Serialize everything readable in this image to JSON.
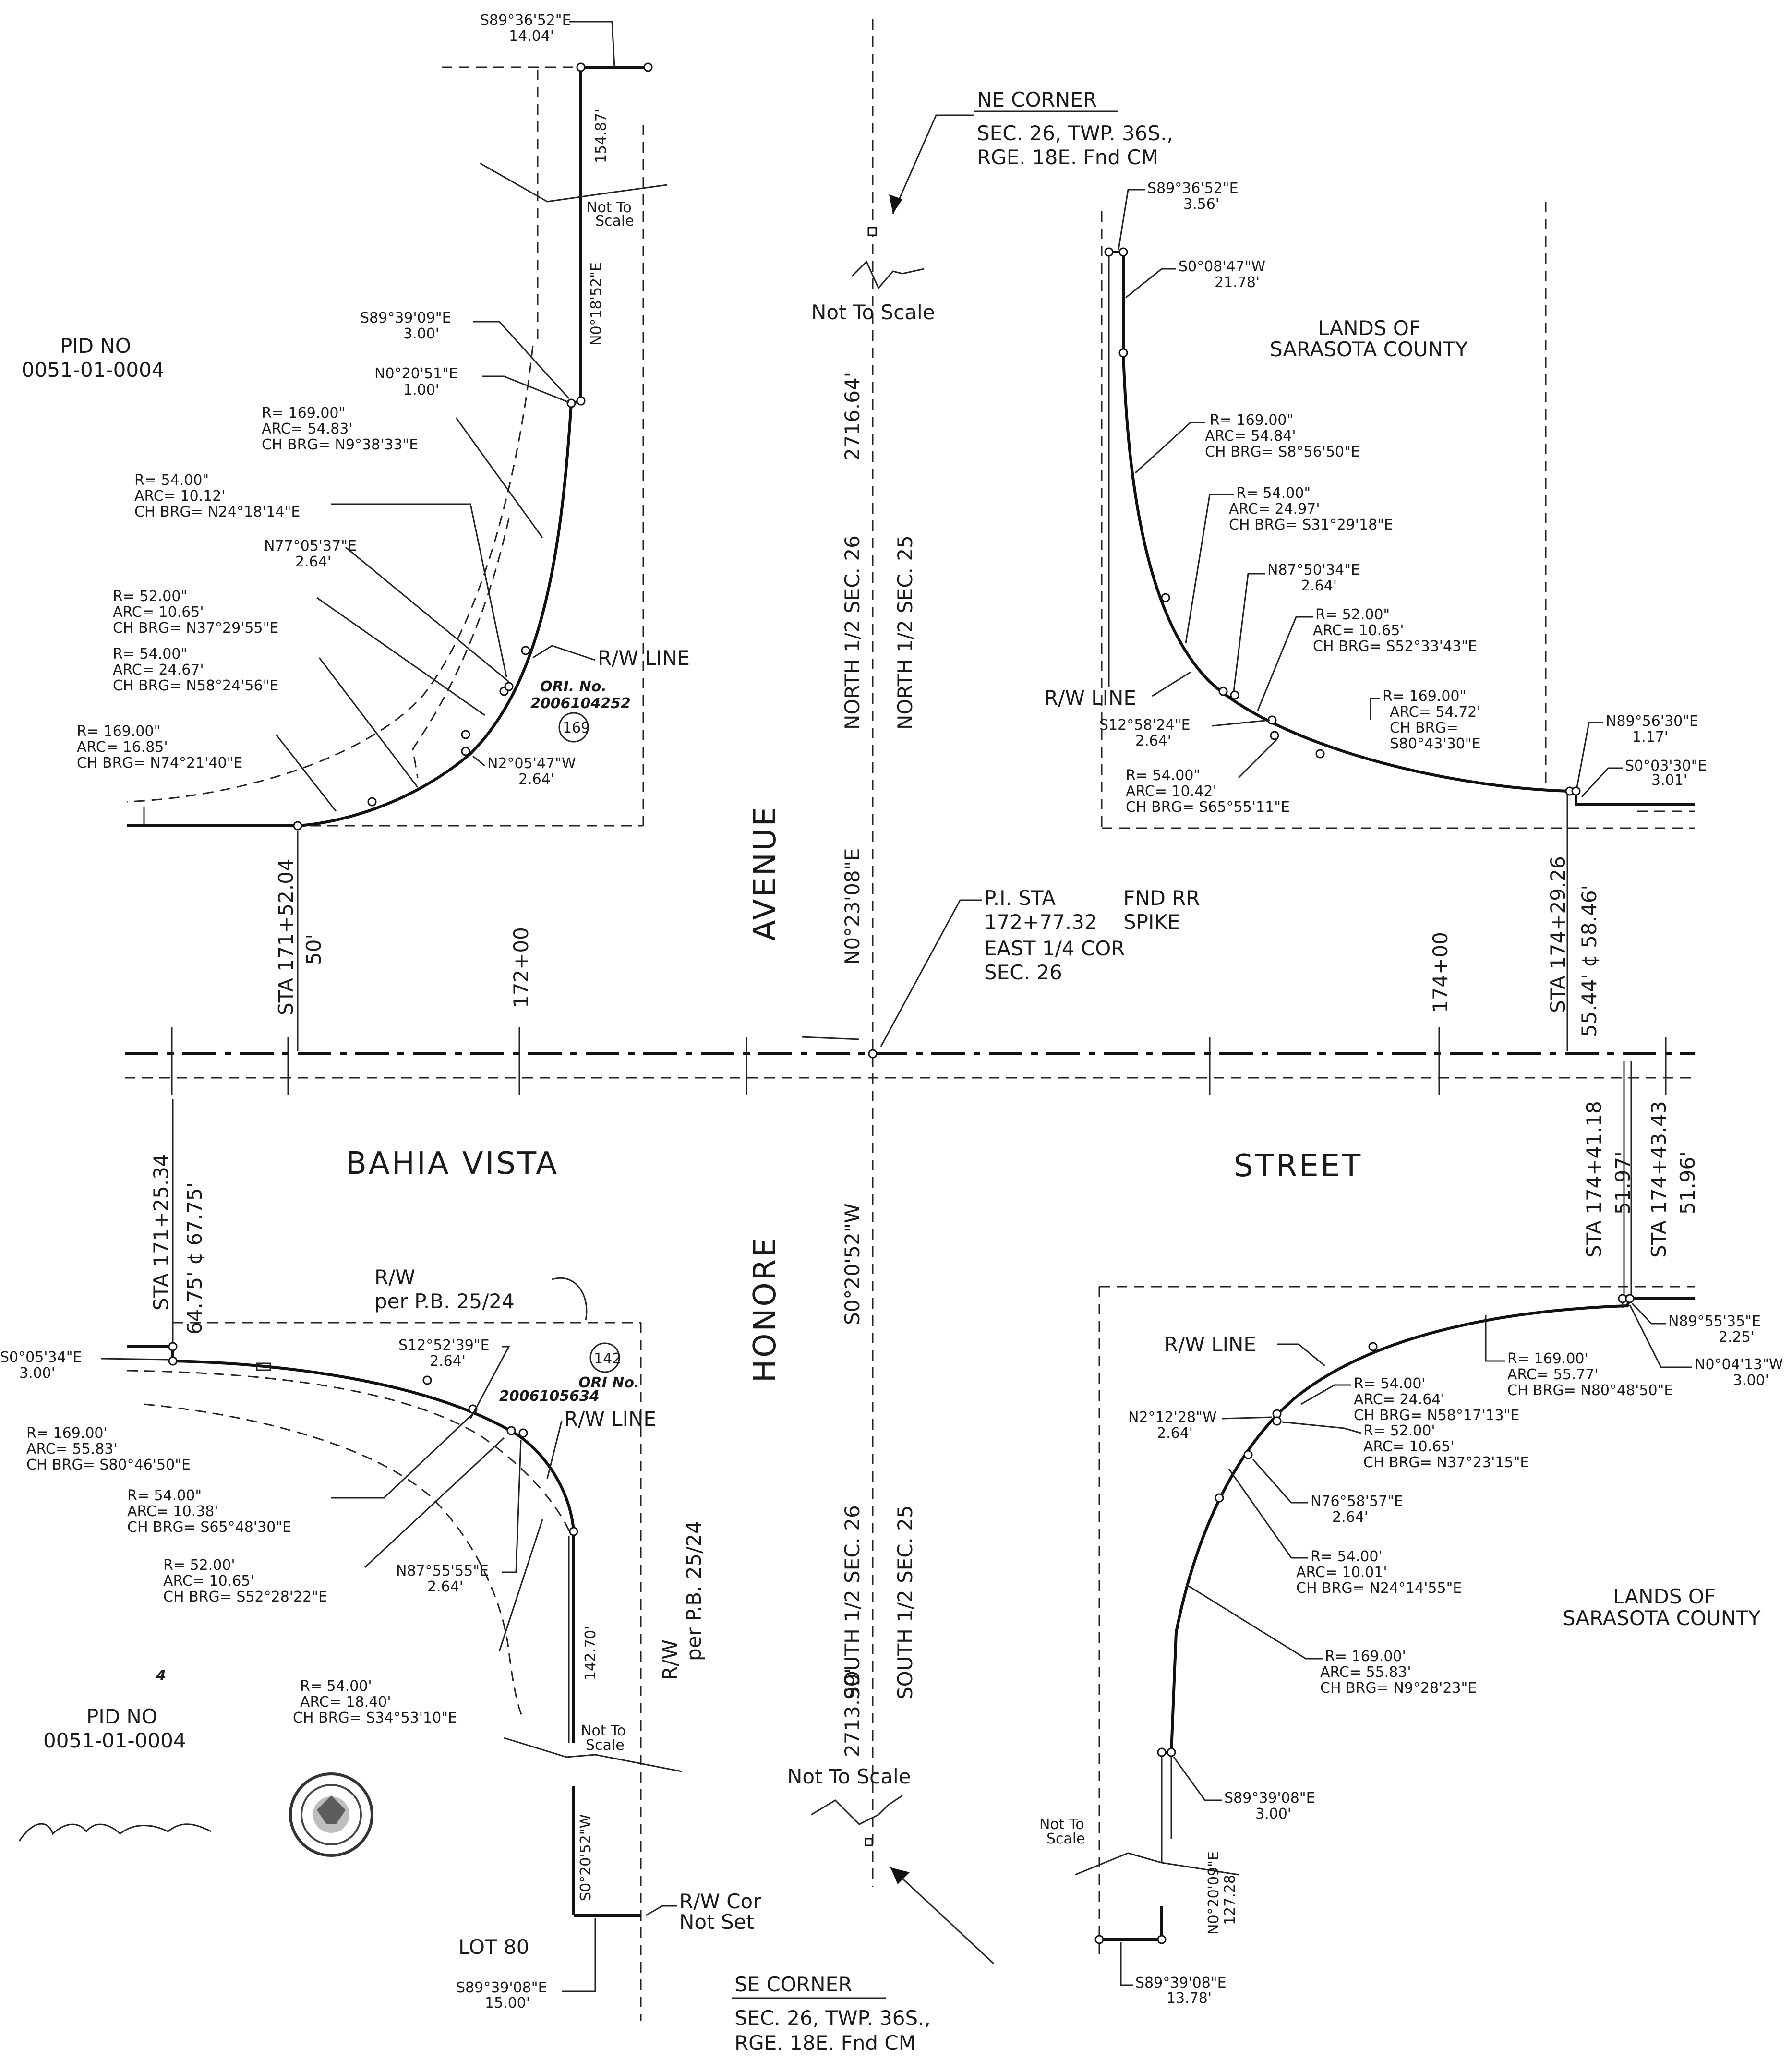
{
  "streets": {
    "ew_left": "BAHIA VISTA",
    "ew_right": "STREET",
    "ns_upper": "AVENUE",
    "ns_lower": "HONORE"
  },
  "section_labels": {
    "north_26": "NORTH 1/2 SEC. 26",
    "north_25": "NORTH 1/2 SEC. 25",
    "south_26": "SOUTH 1/2 SEC. 26",
    "south_25": "SOUTH 1/2 SEC. 25",
    "north_dist": "2716.64'",
    "north_brg": "N0°23'08\"E",
    "south_brg": "S0°20'52\"W",
    "south_dist": "2713.99'"
  },
  "ne_corner": {
    "title": "NE CORNER",
    "line1": "SEC. 26, TWP. 36S.,",
    "line2": "RGE. 18E. Fnd CM",
    "nts": "Not To Scale"
  },
  "se_corner": {
    "title": "SE CORNER",
    "line1": "SEC. 26, TWP. 36S.,",
    "line2": "RGE. 18E. Fnd CM",
    "nts": "Not To Scale"
  },
  "pi": {
    "line1": "P.I. STA",
    "line2": "172+77.32",
    "fnd1": "FND RR",
    "fnd2": "SPIKE",
    "line3": "EAST 1/4 COR",
    "line4": "SEC. 26"
  },
  "stations": {
    "s171_52": "STA 171+52.04",
    "s50": "50'",
    "s172": "172+00",
    "s174": "174+00",
    "s174_29": "STA 174+29.26",
    "s174_29b": "55.44' ¢ 58.46'",
    "s171_25": "STA 171+25.34",
    "s171_25b": "64.75' ¢ 67.75'",
    "s174_41": "STA 174+41.18",
    "s174_41b": "51.97'",
    "s174_43": "STA 174+43.43",
    "s174_43b": "51.96'"
  },
  "nw": {
    "top_brg": "S89°36'52\"E",
    "top_dist": "14.04'",
    "side_dist": "154.87'",
    "nts": "Not To Scale",
    "vert_brg": "N0°18'52\"E",
    "c1a": "S89°39'09\"E",
    "c1b": "3.00'",
    "c2a": "N0°20'51\"E",
    "c2b": "1.00'",
    "c3a": "R= 169.00\"",
    "c3b": "ARC= 54.83'",
    "c3c": "CH BRG= N9°38'33\"E",
    "c4a": "R= 54.00\"",
    "c4b": "ARC= 10.12'",
    "c4c": "CH BRG= N24°18'14\"E",
    "c5a": "N77°05'37\"E",
    "c5b": "2.64'",
    "c6a": "R= 52.00\"",
    "c6b": "ARC= 10.65'",
    "c6c": "CH BRG= N37°29'55\"E",
    "c7a": "R= 54.00\"",
    "c7b": "ARC= 24.67'",
    "c7c": "CH BRG= N58°24'56\"E",
    "c8a": "R= 169.00\"",
    "c8b": "ARC= 16.85'",
    "c8c": "CH BRG= N74°21'40\"E",
    "c9a": "N2°05'47\"W",
    "c9b": "2.64'",
    "rw": "R/W LINE",
    "ori1": "ORI. No.",
    "ori2": "2006104252",
    "parcel": "169",
    "pid1": "PID NO",
    "pid2": "0051-01-0004"
  },
  "ne": {
    "top_brg": "S89°36'52\"E",
    "top_dist": "3.56'",
    "c1a": "S0°08'47\"W",
    "c1b": "21.78'",
    "lands1": "LANDS OF",
    "lands2": "SARASOTA COUNTY",
    "c2a": "R= 169.00\"",
    "c2b": "ARC= 54.84'",
    "c2c": "CH BRG= S8°56'50\"E",
    "c3a": "R= 54.00\"",
    "c3b": "ARC= 24.97'",
    "c3c": "CH BRG= S31°29'18\"E",
    "c4a": "N87°50'34\"E",
    "c4b": "2.64'",
    "c5a": "R= 52.00\"",
    "c5b": "ARC= 10.65'",
    "c5c": "CH BRG= S52°33'43\"E",
    "rw": "R/W LINE",
    "c6a": "S12°58'24\"E",
    "c6b": "2.64'",
    "c7a": "R= 169.00\"",
    "c7b": "ARC= 54.72'",
    "c7c": "CH BRG=",
    "c7d": "S80°43'30\"E",
    "c8a": "R= 54.00\"",
    "c8b": "ARC= 10.42'",
    "c8c": "CH BRG= S65°55'11\"E",
    "c9a": "N89°56'30\"E",
    "c9b": "1.17'",
    "c10a": "S0°03'30\"E",
    "c10b": "3.01'"
  },
  "sw": {
    "rw_per1": "R/W",
    "rw_per2": "per P.B. 25/24",
    "c1a": "S0°05'34\"E",
    "c1b": "3.00'",
    "c2a": "S12°52'39\"E",
    "c2b": "2.64'",
    "parcel": "142",
    "ori1": "ORI No.",
    "ori2": "2006105634",
    "rw": "R/W LINE",
    "c3a": "R= 169.00'",
    "c3b": "ARC= 55.83'",
    "c3c": "CH BRG= S80°46'50\"E",
    "c4a": "R= 54.00\"",
    "c4b": "ARC= 10.38'",
    "c4c": "CH BRG= S65°48'30\"E",
    "c5a": "R= 52.00'",
    "c5b": "ARC= 10.65'",
    "c5c": "CH BRG= S52°28'22\"E",
    "c6a": "N87°55'55\"E",
    "c6b": "2.64'",
    "c7a": "R= 54.00'",
    "c7b": "ARC= 18.40'",
    "c7c": "CH BRG= S34°53'10\"E",
    "side_dist": "142.70'",
    "rw_side1": "R/W",
    "rw_side2": "per P.B. 25/24",
    "nts": "Not To Scale",
    "vert_brg": "S0°20'52\"W",
    "cor1": "R/W Cor",
    "cor2": "Not Set",
    "lot": "LOT 80",
    "bot_brg": "S89°39'08\"E",
    "bot_dist": "15.00'",
    "pid1": "PID NO",
    "pid2": "0051-01-0004",
    "mark": "4"
  },
  "se": {
    "c1a": "N89°55'35\"E",
    "c1b": "2.25'",
    "c2a": "N0°04'13\"W",
    "c2b": "3.00'",
    "rw": "R/W LINE",
    "c3a": "R= 169.00'",
    "c3b": "ARC= 55.77'",
    "c3c": "CH BRG= N80°48'50\"E",
    "c4a": "R= 54.00'",
    "c4b": "ARC= 24.64'",
    "c4c": "CH BRG= N58°17'13\"E",
    "c5a": "N2°12'28\"W",
    "c5b": "2.64'",
    "c6a": "R= 52.00'",
    "c6b": "ARC= 10.65'",
    "c6c": "CH BRG= N37°23'15\"E",
    "c7a": "N76°58'57\"E",
    "c7b": "2.64'",
    "c8a": "R= 54.00'",
    "c8b": "ARC= 10.01'",
    "c8c": "CH BRG= N24°14'55\"E",
    "lands1": "LANDS OF",
    "lands2": "SARASOTA COUNTY",
    "c9a": "R= 169.00'",
    "c9b": "ARC= 55.83'",
    "c9c": "CH BRG= N9°28'23\"E",
    "c10a": "S89°39'08\"E",
    "c10b": "3.00'",
    "nts": "Not To Scale",
    "vert_brg": "N0°20'09\"E",
    "vert_dist": "127.28'",
    "bot_brg": "S89°39'08\"E",
    "bot_dist": "13.78'"
  }
}
